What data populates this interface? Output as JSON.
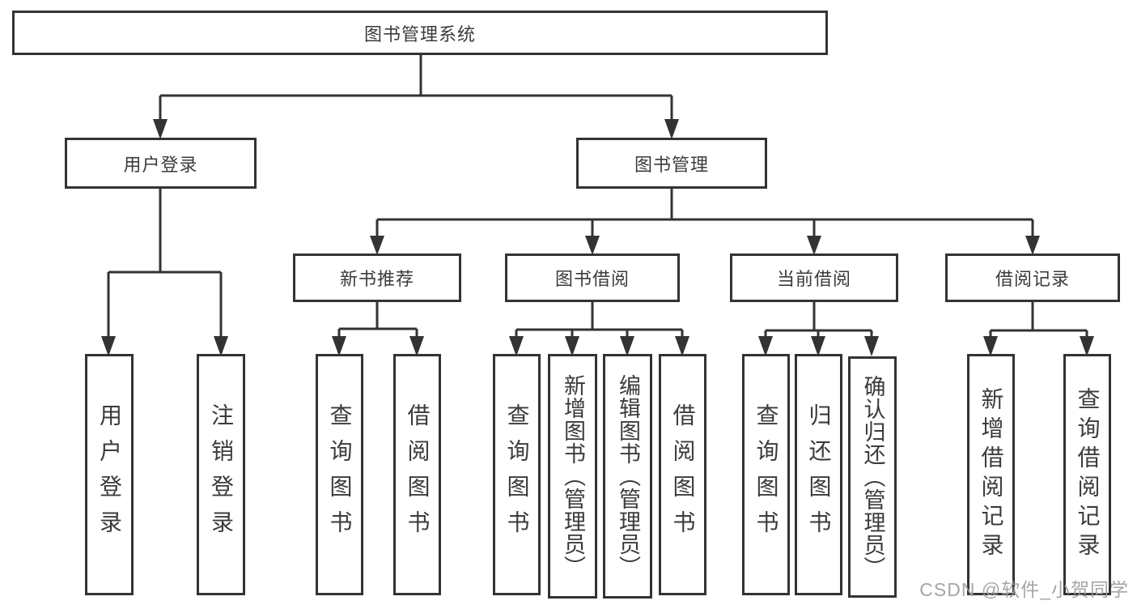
{
  "colors": {
    "line": "#333333",
    "text": "#3b3b3b",
    "background": "#ffffff",
    "watermark": "#9e9e9e"
  },
  "watermark": {
    "text": "CSDN @软件_小贺同学"
  },
  "tree": {
    "root": {
      "label": "图书管理系统"
    },
    "user_login": {
      "label": "用户登录",
      "children": [
        "用户登录",
        "注销登录"
      ]
    },
    "book_mgmt": {
      "label": "图书管理"
    },
    "new_book": {
      "label": "新书推荐",
      "children": [
        "查询图书",
        "借阅图书"
      ]
    },
    "borrow": {
      "label": "图书借阅",
      "children": [
        "查询图书",
        "新增图书（管理员）",
        "编辑图书（管理员）",
        "借阅图书"
      ]
    },
    "current": {
      "label": "当前借阅",
      "children": [
        "查询图书",
        "归还图书",
        "确认归还（管理员）"
      ]
    },
    "records": {
      "label": "借阅记录",
      "children": [
        "新增借阅记录",
        "查询借阅记录"
      ]
    }
  }
}
